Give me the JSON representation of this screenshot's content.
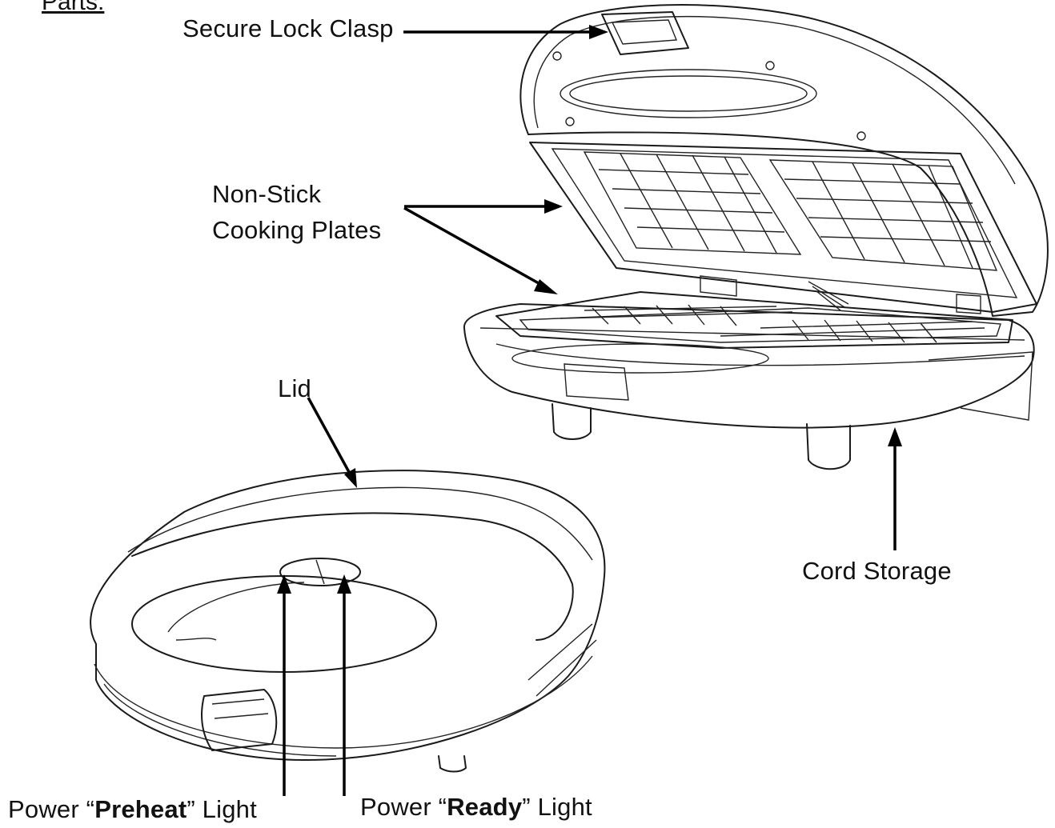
{
  "title": "Parts:",
  "labels": {
    "secure_lock_clasp": "Secure Lock Clasp",
    "non_stick_line1": "Non-Stick",
    "non_stick_line2": "Cooking Plates",
    "lid": "Lid",
    "cord_storage": "Cord Storage",
    "preheat_prefix": "Power “",
    "preheat_bold": "Preheat",
    "preheat_suffix": "” Light",
    "ready_prefix": "Power “",
    "ready_bold": "Ready",
    "ready_suffix": "” Light"
  },
  "colors": {
    "line": "#1a1a1a",
    "arrow": "#000000",
    "background": "#ffffff"
  }
}
